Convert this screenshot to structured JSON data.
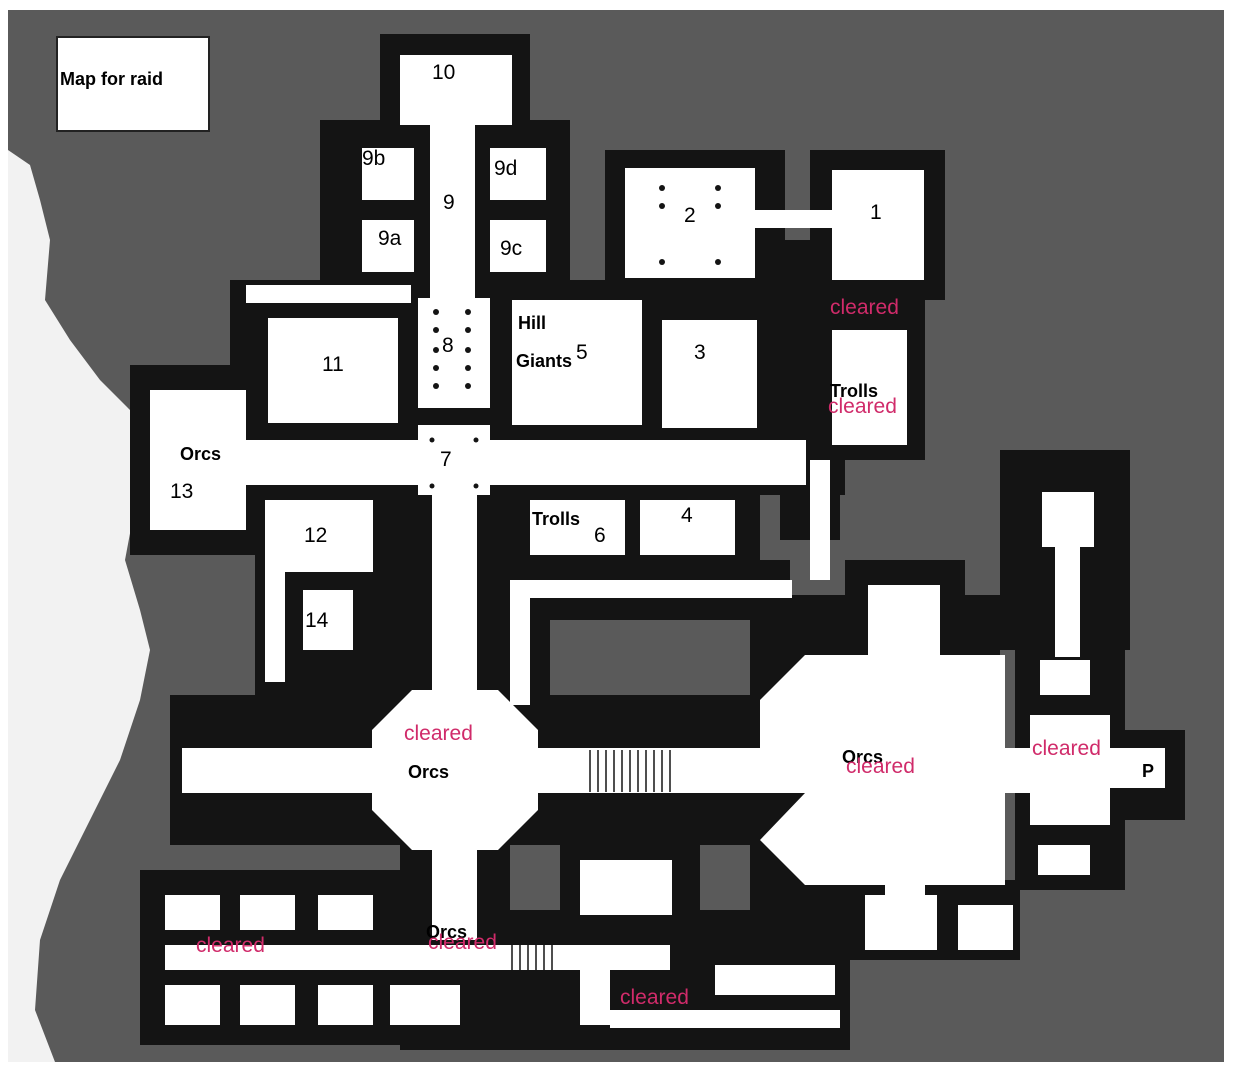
{
  "legend": {
    "title": "Map for raid"
  },
  "rooms": {
    "r1": "1",
    "r2": "2",
    "r3": "3",
    "r4": "4",
    "r5": "5",
    "r6": "6",
    "r7": "7",
    "r8": "8",
    "r9": "9",
    "r9a": "9a",
    "r9b": "9b",
    "r9c": "9c",
    "r9d": "9d",
    "r10": "10",
    "r11": "11",
    "r12": "12",
    "r13": "13",
    "r14": "14",
    "portal": "P"
  },
  "occupants": {
    "hill": "Hill",
    "giants": "Giants",
    "trolls_6": "Trolls",
    "trolls_east": "Trolls",
    "orcs_13": "Orcs",
    "orcs_hub": "Orcs",
    "orcs_cross": "Orcs",
    "orcs_south": "Orcs"
  },
  "notes": {
    "cleared_1": "cleared",
    "cleared_trolls": "cleared",
    "cleared_hub": "cleared",
    "cleared_cross": "cleared",
    "cleared_east": "cleared",
    "cleared_south": "cleared",
    "cleared_barracks": "cleared",
    "cleared_bottom": "cleared"
  },
  "colors": {
    "rock": "#5a5a5a",
    "wall": "#141414",
    "floor": "#ffffff",
    "cave": "#f2f2f2",
    "annotation": "#d02b6a"
  }
}
